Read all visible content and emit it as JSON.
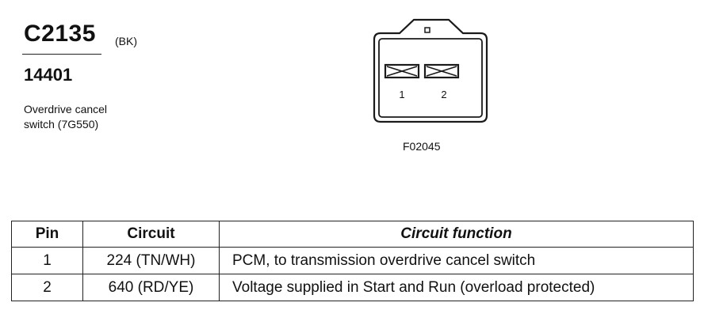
{
  "header": {
    "connector_id": "C2135",
    "color_code": "(BK)",
    "part_number": "14401",
    "description_lines": [
      "Overdrive cancel",
      "switch (7G550)"
    ]
  },
  "diagram": {
    "pin_labels": [
      "1",
      "2"
    ],
    "figure_id": "F02045"
  },
  "table": {
    "headers": {
      "pin": "Pin",
      "circuit": "Circuit",
      "function": "Circuit function"
    },
    "rows": [
      {
        "pin": "1",
        "circuit": "224 (TN/WH)",
        "function": "PCM, to transmission overdrive cancel switch"
      },
      {
        "pin": "2",
        "circuit": "640 (RD/YE)",
        "function": "Voltage supplied in Start and Run (overload protected)"
      }
    ]
  }
}
